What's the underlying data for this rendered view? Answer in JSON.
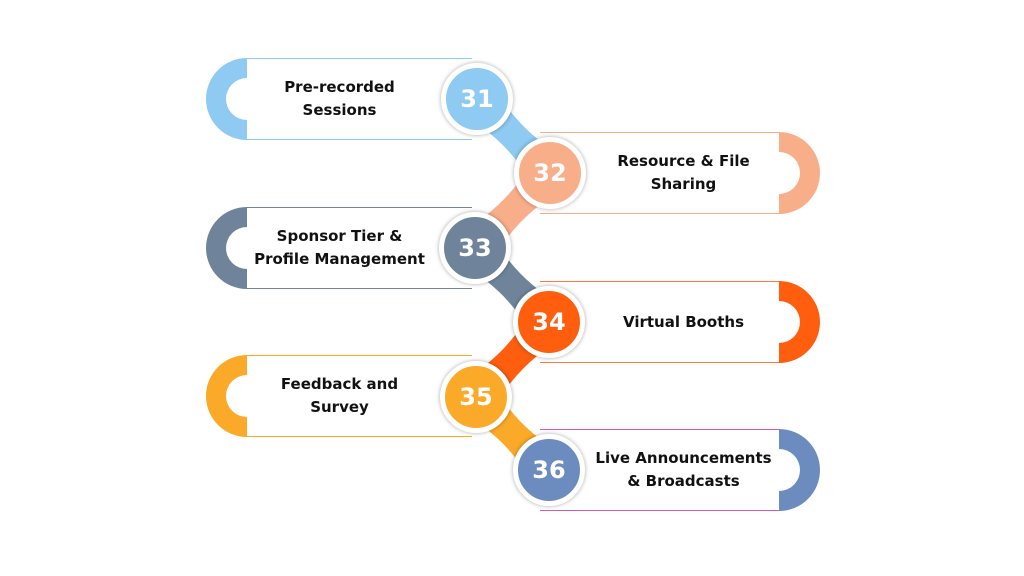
{
  "title": "Event platform features 31-36",
  "steps": [
    {
      "number": "31",
      "label_lines": [
        "Pre-recorded",
        "Sessions"
      ],
      "side": "left",
      "color": "#8ECAF2",
      "border_color": "#8ECAF2"
    },
    {
      "number": "32",
      "label_lines": [
        "Resource & File",
        "Sharing"
      ],
      "side": "right",
      "color": "#F9AE8A",
      "border_color": "#F9AE8A"
    },
    {
      "number": "33",
      "label_lines": [
        "Sponsor Tier &",
        "Profile Management"
      ],
      "side": "left",
      "color": "#6F849B",
      "border_color": "#6F849B"
    },
    {
      "number": "34",
      "label_lines": [
        "Virtual Booths"
      ],
      "side": "right",
      "color": "#FF5E0E",
      "border_color": "#FF7A3A"
    },
    {
      "number": "35",
      "label_lines": [
        "Feedback and",
        "Survey"
      ],
      "side": "left",
      "color": "#FBA928",
      "border_color": "#FBA928"
    },
    {
      "number": "36",
      "label_lines": [
        "Live Announcements",
        "& Broadcasts"
      ],
      "side": "right",
      "color": "#6C8CC0",
      "border_color": "#D45AB5"
    }
  ]
}
